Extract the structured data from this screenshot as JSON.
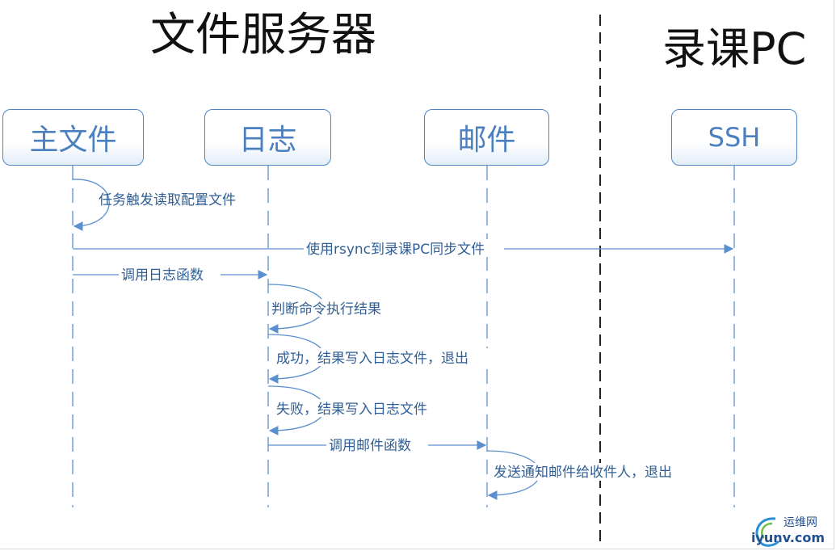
{
  "titles": {
    "server": "文件服务器",
    "pc": "录课PC"
  },
  "actors": [
    {
      "id": "main",
      "label": "主文件"
    },
    {
      "id": "log",
      "label": "日志"
    },
    {
      "id": "mail",
      "label": "邮件"
    },
    {
      "id": "ssh",
      "label": "SSH"
    }
  ],
  "messages": [
    {
      "from": "main",
      "to": "main",
      "label": "任务触发读取配置文件"
    },
    {
      "from": "main",
      "to": "ssh",
      "label": "使用rsync到录课PC同步文件"
    },
    {
      "from": "main",
      "to": "log",
      "label": "调用日志函数"
    },
    {
      "from": "log",
      "to": "log",
      "label": "判断命令执行结果"
    },
    {
      "from": "log",
      "to": "log",
      "label": "成功，结果写入日志文件，退出"
    },
    {
      "from": "log",
      "to": "log",
      "label": "失败，结果写入日志文件"
    },
    {
      "from": "log",
      "to": "mail",
      "label": "调用邮件函数"
    },
    {
      "from": "mail",
      "to": "mail",
      "label": "发送通知邮件给收件人，退出"
    }
  ],
  "watermark": {
    "text_cn": "运维网",
    "text_en": "iyunv.com"
  },
  "colors": {
    "line": "#5b8fcf",
    "actor_text": "#4a7fc0",
    "label_text": "#2f5f96",
    "divider": "#222222"
  }
}
